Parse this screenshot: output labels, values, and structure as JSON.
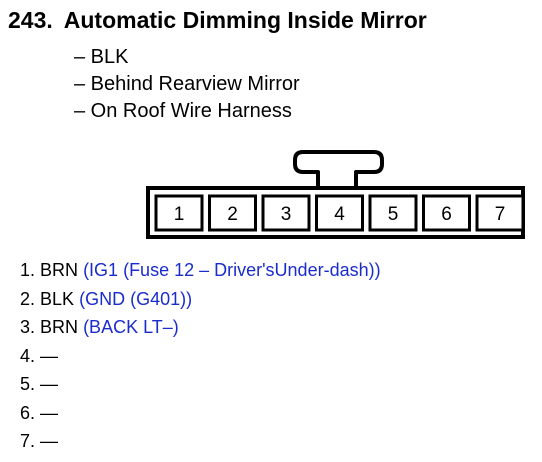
{
  "title": {
    "number": "243.",
    "name": "Automatic Dimming Inside Mirror"
  },
  "details": [
    "– BLK",
    "– Behind Rearview Mirror",
    "– On Roof Wire Harness"
  ],
  "connector": {
    "pins": [
      "1",
      "2",
      "3",
      "4",
      "5",
      "6",
      "7"
    ]
  },
  "pin_list": [
    {
      "label": "1.",
      "wire": "BRN",
      "circuit": "(IG1 (Fuse 12 – Driver'sUnder-dash))"
    },
    {
      "label": "2.",
      "wire": "BLK",
      "circuit": "(GND (G401))"
    },
    {
      "label": "3.",
      "wire": "BRN",
      "circuit": "(BACK LT–)"
    },
    {
      "label": "4.",
      "wire": "—",
      "circuit": ""
    },
    {
      "label": "5.",
      "wire": "—",
      "circuit": ""
    },
    {
      "label": "6.",
      "wire": "—",
      "circuit": ""
    },
    {
      "label": "7.",
      "wire": "—",
      "circuit": ""
    }
  ],
  "colors": {
    "circuit_text": "#1a2ccc",
    "line": "#000000"
  }
}
